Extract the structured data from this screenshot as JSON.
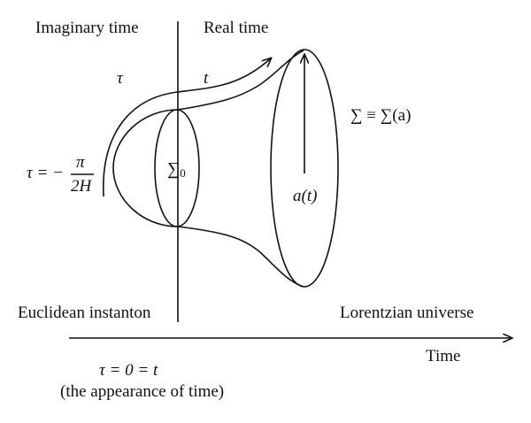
{
  "labels": {
    "imaginary_time": "Imaginary time",
    "real_time": "Real time",
    "tau": "τ",
    "t": "t",
    "tau_eq_prefix": "τ = −",
    "pi": "π",
    "two_h": "2H",
    "sigma_zero": "∑",
    "sigma_zero_sub": "0",
    "sigma_def": "∑ ≡ ∑(a)",
    "a_of_t": "a(t)",
    "euclidean_instanton": "Euclidean instanton",
    "lorentzian_universe": "Lorentzian universe",
    "time": "Time",
    "tau_zero_eq_t": "τ = 0 = t",
    "appearance_of_time": "(the appearance of time)"
  },
  "colors": {
    "stroke": "#111111",
    "background": "#ffffff"
  }
}
